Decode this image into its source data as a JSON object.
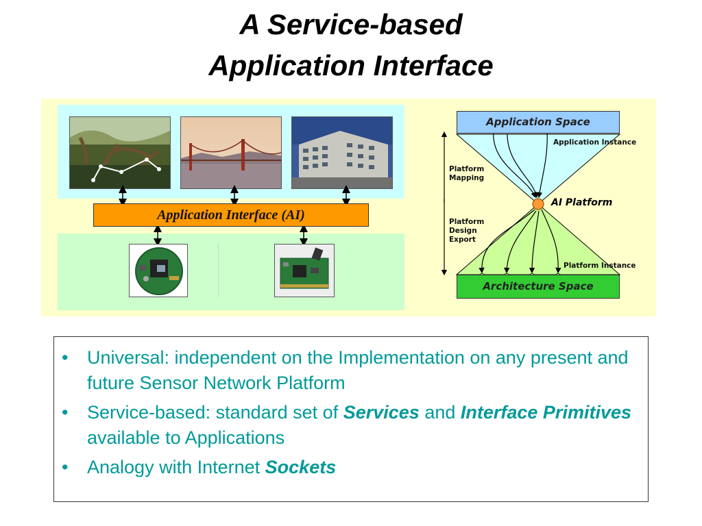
{
  "title": {
    "line1": "A Service-based",
    "line2": "Application Interface"
  },
  "left_diagram": {
    "ai_label": "Application Interface (AI)",
    "photos": [
      "forest-photo",
      "golden-gate-bridge-photo",
      "office-building-photo"
    ],
    "hardware": [
      "round-sensor-node-board",
      "rectangular-sensor-node-board"
    ]
  },
  "right_diagram": {
    "application_space": "Application Space",
    "application_instance": "Application Instance",
    "platform_mapping": [
      "Platform",
      "Mapping"
    ],
    "ai_platform": "AI Platform",
    "platform_design_export": [
      "Platform",
      "Design",
      "Export"
    ],
    "platform_instance": "Platform Instance",
    "architecture_space": "Architecture Space"
  },
  "bullets": {
    "b1": "Universal: independent on the Implementation on any present and future Sensor Network Platform",
    "b2_pre": "Service-based: standard set of ",
    "b2_services": "Services",
    "b2_mid": " and ",
    "b2_primitives": "Interface Primitives",
    "b2_post": " available to Applications",
    "b3_pre": "Analogy with Internet ",
    "b3_sockets": "Sockets"
  },
  "colors": {
    "panel": "#ffffcc",
    "cyan": "#ccffff",
    "green": "#ccffcc",
    "ai_bar": "#ff9900",
    "app_space": "#99ccff",
    "arch_space": "#33cc33",
    "node": "#ff9933",
    "bullet_text": "#009999"
  }
}
